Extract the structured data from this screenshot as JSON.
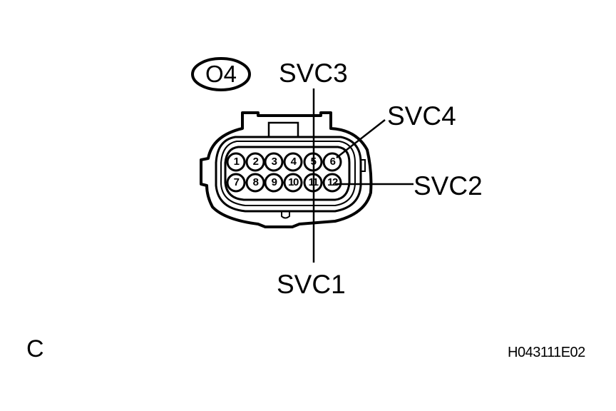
{
  "connector": {
    "id": "O4",
    "pins_row1": [
      "1",
      "2",
      "3",
      "4",
      "5",
      "6"
    ],
    "pins_row2": [
      "7",
      "8",
      "9",
      "10",
      "11",
      "12"
    ]
  },
  "signals": {
    "svc3": "SVC3",
    "svc4": "SVC4",
    "svc2": "SVC2",
    "svc1": "SVC1"
  },
  "footer": {
    "view_letter": "C",
    "figure_code": "H043111E02"
  },
  "colors": {
    "line": "#000000",
    "background": "#ffffff"
  }
}
